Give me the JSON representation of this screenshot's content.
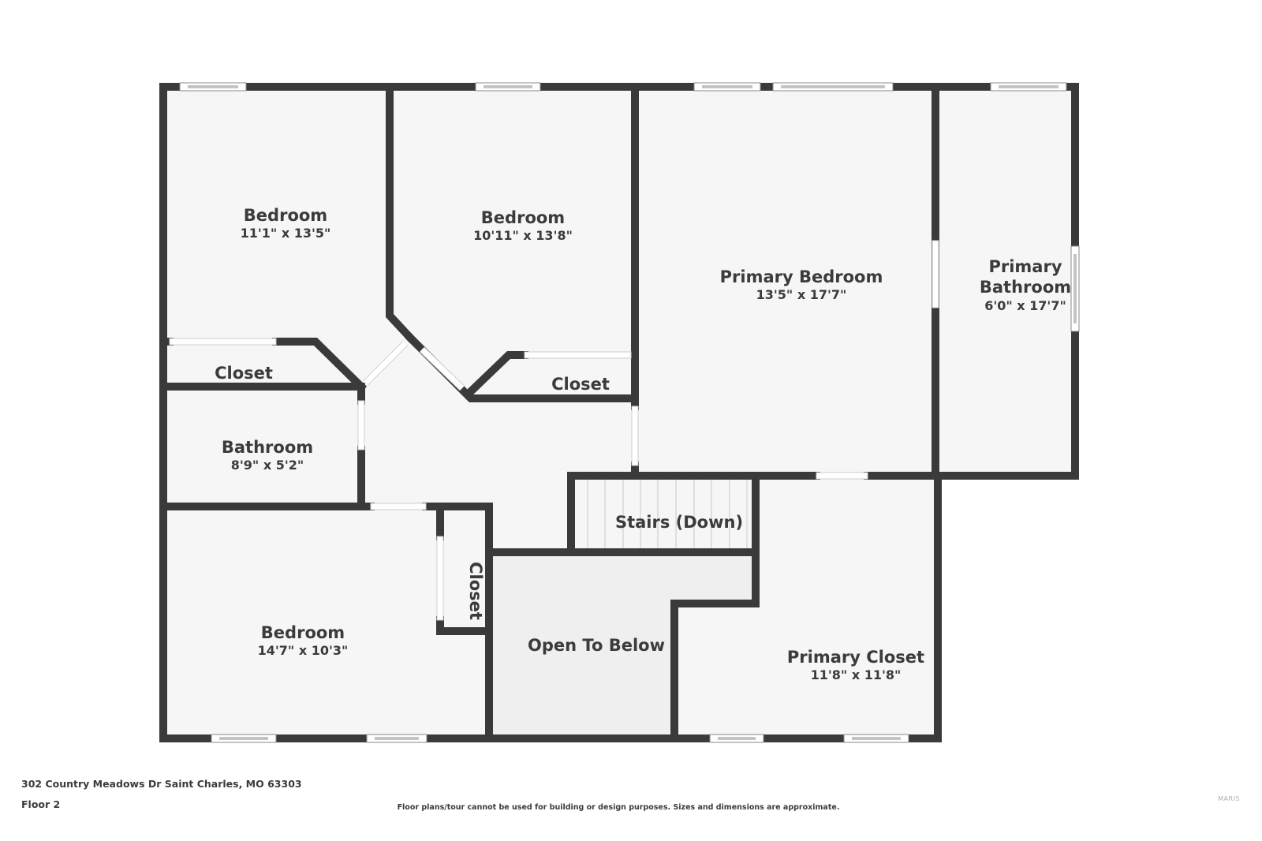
{
  "floor_plan": {
    "floor_label": "Floor 2",
    "address": "302 Country Meadows Dr Saint Charles, MO 63303",
    "disclaimer": "Floor plans/tour cannot be used for building or design purposes. Sizes and dimensions are approximate.",
    "watermark": "MARIS",
    "colors": {
      "wall": "#3a3a3a",
      "room_fill": "#f6f6f6",
      "open_to_below_fill": "#efefef",
      "door_opening": "#ffffff",
      "text": "#3b3b3b",
      "background": "#ffffff"
    },
    "rooms": [
      {
        "name": "Bedroom",
        "dimensions": "11'1\" x 13'5\""
      },
      {
        "name": "Bedroom",
        "dimensions": "10'11\" x 13'8\""
      },
      {
        "name": "Primary Bedroom",
        "dimensions": "13'5\" x 17'7\""
      },
      {
        "name": "Primary Bathroom",
        "name_line1": "Primary",
        "name_line2": "Bathroom",
        "dimensions": "6'0\" x 17'7\""
      },
      {
        "name": "Closet"
      },
      {
        "name": "Closet"
      },
      {
        "name": "Bathroom",
        "dimensions": "8'9\" x 5'2\""
      },
      {
        "name": "Stairs (Down)"
      },
      {
        "name": "Bedroom",
        "dimensions": "14'7\" x 10'3\""
      },
      {
        "name": "Closet"
      },
      {
        "name": "Open To Below"
      },
      {
        "name": "Primary Closet",
        "dimensions": "11'8\" x 11'8\""
      }
    ]
  }
}
